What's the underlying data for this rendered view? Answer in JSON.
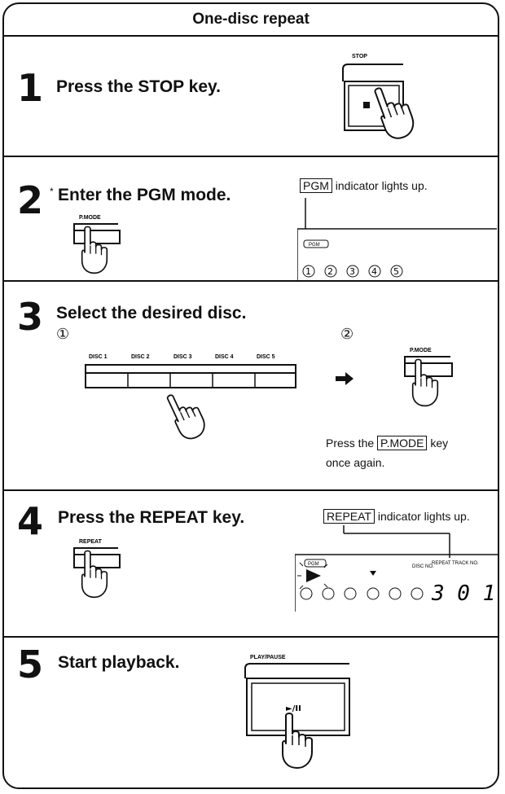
{
  "title": "One-disc repeat",
  "steps": [
    {
      "number": "1",
      "heading": "Press the STOP key.",
      "key_label": "STOP"
    },
    {
      "number": "2",
      "heading": "Enter the PGM mode.",
      "note_mark": "*",
      "indicator": "PGM",
      "indicator_text": "indicator lights up.",
      "key_label": "P.MODE",
      "display_label": "PGM",
      "disc_buttons": [
        "1",
        "2",
        "3",
        "4",
        "5"
      ]
    },
    {
      "number": "3",
      "heading": "Select the desired disc.",
      "sub1": "①",
      "sub2": "②",
      "disc_keys": [
        "DISC 1",
        "DISC 2",
        "DISC 3",
        "DISC 4",
        "DISC 5"
      ],
      "key_label": "P.MODE",
      "press_prefix": "Press the",
      "press_key": "P.MODE",
      "press_suffix": "key",
      "press_line2": "once again."
    },
    {
      "number": "4",
      "heading": "Press the REPEAT key.",
      "indicator": "REPEAT",
      "indicator_text": "indicator lights up.",
      "key_label": "REPEAT",
      "display": {
        "pgm": "PGM",
        "disc_no": "DISC NO.",
        "repeat_track": "REPEAT TRACK NO.",
        "readout": "3 0 1"
      }
    },
    {
      "number": "5",
      "heading": "Start playback.",
      "key_label": "PLAY/PAUSE",
      "button_symbol": "►/II"
    }
  ]
}
